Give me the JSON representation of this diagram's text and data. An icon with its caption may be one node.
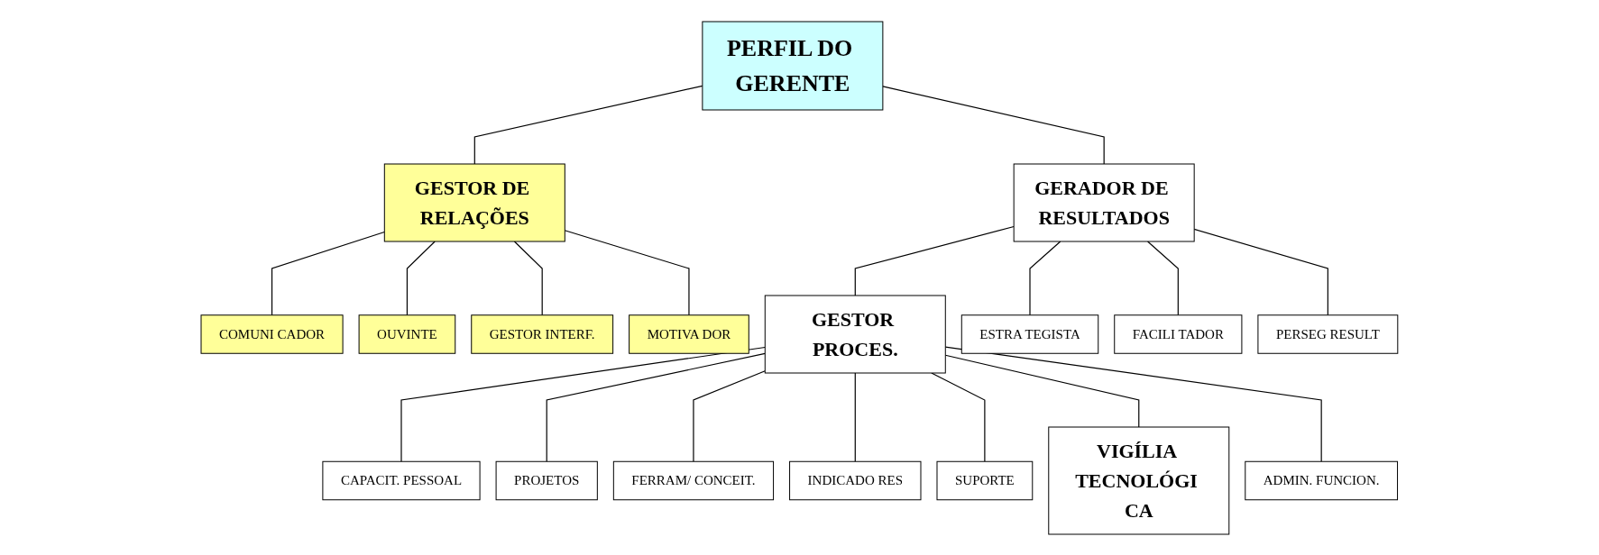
{
  "diagram": {
    "nodes": [
      {
        "text": [
          "PERFIL DO GERENTE"
        ]
      },
      {
        "text": [
          "GESTOR DE RELAÇÕES"
        ]
      },
      {
        "text": [
          "GERADOR DE RESULTADOS"
        ]
      },
      {
        "text": [
          "COMUNI CADOR"
        ]
      },
      {
        "text": [
          "OUVINTE"
        ]
      },
      {
        "text": [
          "GESTOR INTERF."
        ]
      },
      {
        "text": [
          "MOTIVA DOR"
        ]
      },
      {
        "text": [
          "GESTOR PROCES."
        ]
      },
      {
        "text": [
          "ESTRA TEGISTA"
        ]
      },
      {
        "text": [
          "FACILI TADOR"
        ]
      },
      {
        "text": [
          "PERSEG RESULT"
        ]
      },
      {
        "text": [
          "CAPACIT. PESSOAL"
        ]
      },
      {
        "text": [
          "PROJETOS"
        ]
      },
      {
        "text": [
          "FERRAM/ CONCEIT."
        ]
      },
      {
        "text": [
          "INDICADO RES"
        ]
      },
      {
        "text": [
          "SUPORTE"
        ]
      },
      {
        "text": [
          "VIGÍLIA TECNOLÓGI CA"
        ]
      },
      {
        "text": [
          "ADMIN. FUNCION."
        ]
      }
    ],
    "edges": [
      {
        "from": 0,
        "to": 1,
        "arrow": "none"
      },
      {
        "from": 0,
        "to": 2,
        "arrow": "none"
      },
      {
        "from": 1,
        "to": 3,
        "arrow": "none"
      },
      {
        "from": 1,
        "to": 4,
        "arrow": "none"
      },
      {
        "from": 1,
        "to": 5,
        "arrow": "none"
      },
      {
        "from": 1,
        "to": 6,
        "arrow": "none"
      },
      {
        "from": 2,
        "to": 7,
        "arrow": "none"
      },
      {
        "from": 2,
        "to": 8,
        "arrow": "none"
      },
      {
        "from": 2,
        "to": 9,
        "arrow": "none"
      },
      {
        "from": 2,
        "to": 10,
        "arrow": "none"
      },
      {
        "from": 7,
        "to": 11,
        "arrow": "none"
      },
      {
        "from": 7,
        "to": 12,
        "arrow": "none"
      },
      {
        "from": 7,
        "to": 13,
        "arrow": "none"
      },
      {
        "from": 7,
        "to": 14,
        "arrow": "none"
      },
      {
        "from": 7,
        "to": 15,
        "arrow": "none"
      },
      {
        "from": 7,
        "to": 16,
        "arrow": "none"
      },
      {
        "from": 7,
        "to": 17,
        "arrow": "none"
      }
    ]
  }
}
